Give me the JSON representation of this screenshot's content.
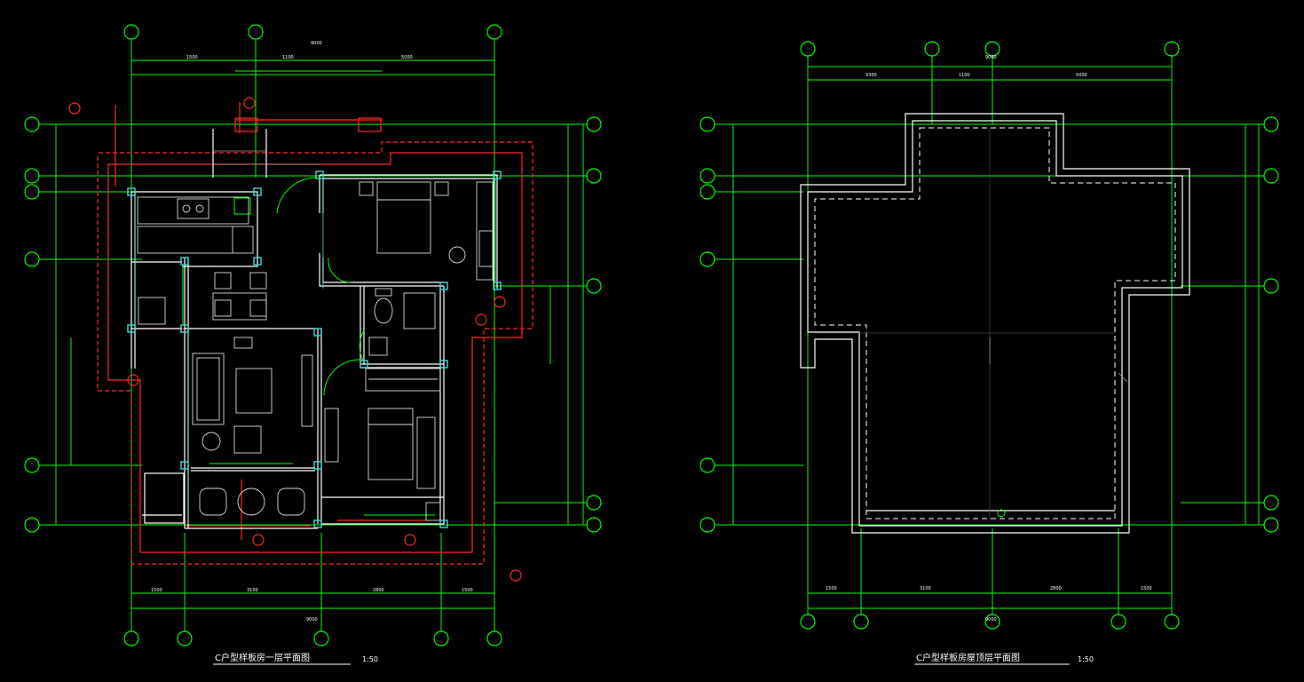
{
  "plans": [
    {
      "title": "C户型样板房一层平面图",
      "scale": "1:50"
    },
    {
      "title": "C户型样板房屋顶层平面图",
      "scale": "1:50"
    }
  ],
  "colors": {
    "background": "#000000",
    "axis": "#00ff00",
    "walls": "#ffffff",
    "columns": "#3fd7d7",
    "eaves": "#ff2a2a"
  }
}
